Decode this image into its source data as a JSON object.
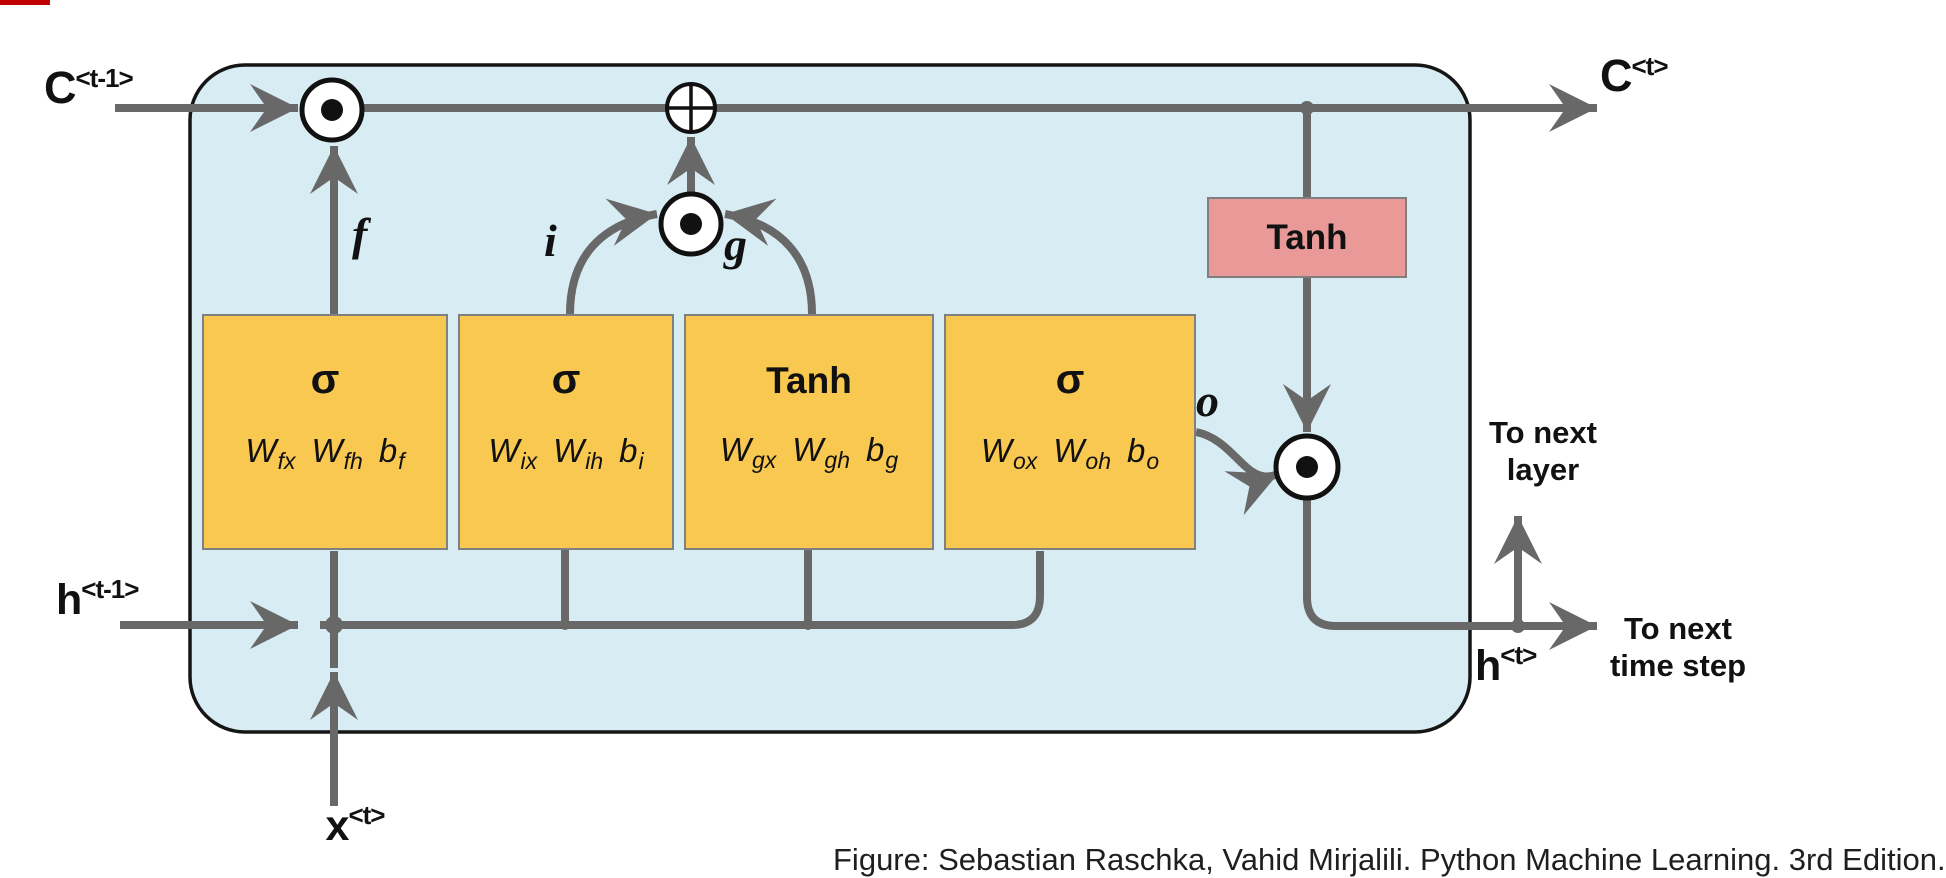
{
  "colors": {
    "cell_fill": "#D8ECF3",
    "cell_border": "#151515",
    "gate_fill": "#F8C851",
    "tanh_fill": "#EA9999",
    "line_gray": "#686868",
    "accent_red": "#C00000"
  },
  "labels": {
    "c_prev": {
      "base": "C",
      "sup": "<t-1>"
    },
    "c_next": {
      "base": "C",
      "sup": "<t>"
    },
    "h_prev": {
      "base": "h",
      "sup": "<t-1>"
    },
    "h_next": {
      "base": "h",
      "sup": "<t>"
    },
    "x_in": {
      "base": "x",
      "sup": "<t>"
    },
    "to_next_layer_line1": "To next",
    "to_next_layer_line2": "layer",
    "to_next_step_line1": "To next",
    "to_next_step_line2": "time step"
  },
  "gates": [
    {
      "signal": "f",
      "activation": "σ",
      "w1": "W",
      "w1_sub": "fx",
      "w2": "W",
      "w2_sub": "fh",
      "b": "b",
      "b_sub": "f"
    },
    {
      "signal": "i",
      "activation": "σ",
      "w1": "W",
      "w1_sub": "ix",
      "w2": "W",
      "w2_sub": "ih",
      "b": "b",
      "b_sub": "i"
    },
    {
      "signal": "g",
      "activation": "Tanh",
      "w1": "W",
      "w1_sub": "gx",
      "w2": "W",
      "w2_sub": "gh",
      "b": "b",
      "b_sub": "g"
    },
    {
      "signal": "o",
      "activation": "σ",
      "w1": "W",
      "w1_sub": "ox",
      "w2": "W",
      "w2_sub": "oh",
      "b": "b",
      "b_sub": "o"
    }
  ],
  "cell": {
    "state_activation": "Tanh"
  },
  "figure": {
    "caption": "Figure: Sebastian Raschka, Vahid Mirjalili. Python Machine Learning. 3rd Edition."
  }
}
